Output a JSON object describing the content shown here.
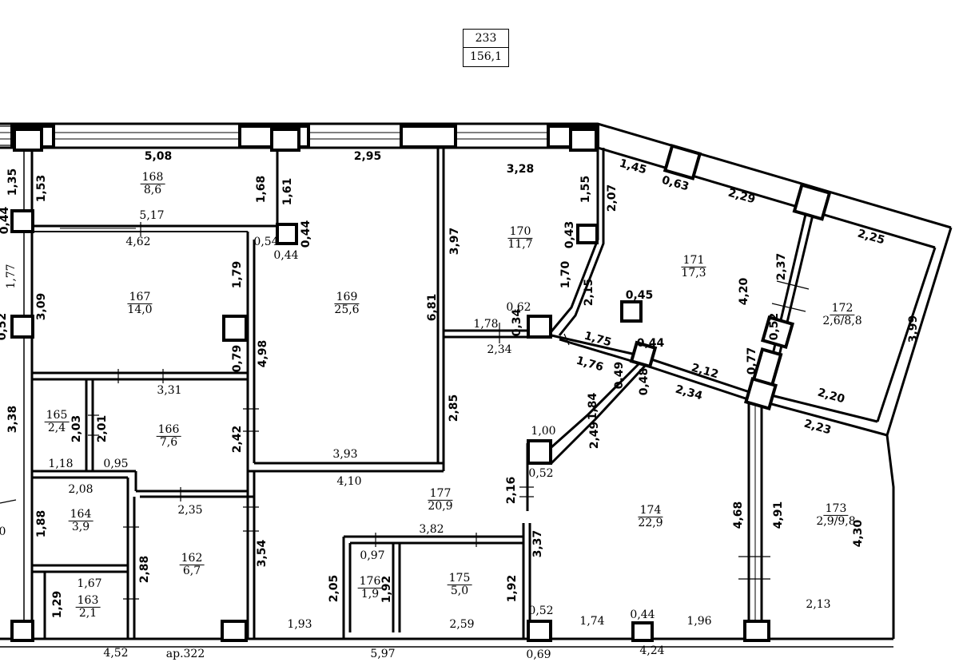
{
  "stamp": {
    "top": "233",
    "bottom": "156,1"
  },
  "rooms": [
    {
      "id": "r168",
      "num": "168",
      "area": "8,6"
    },
    {
      "id": "r167",
      "num": "167",
      "area": "14,0"
    },
    {
      "id": "r169",
      "num": "169",
      "area": "25,6"
    },
    {
      "id": "r170",
      "num": "170",
      "area": "11,7"
    },
    {
      "id": "r171",
      "num": "171",
      "area": "17,3"
    },
    {
      "id": "r172",
      "num": "172",
      "area": "2,6/8,8"
    },
    {
      "id": "r165",
      "num": "165",
      "area": "2,4"
    },
    {
      "id": "r166",
      "num": "166",
      "area": "7,6"
    },
    {
      "id": "r177",
      "num": "177",
      "area": "20,9"
    },
    {
      "id": "r174",
      "num": "174",
      "area": "22,9"
    },
    {
      "id": "r173",
      "num": "173",
      "area": "2,9/9,8"
    },
    {
      "id": "r164",
      "num": "164",
      "area": "3,9"
    },
    {
      "id": "r162",
      "num": "162",
      "area": "6,7"
    },
    {
      "id": "r163",
      "num": "163",
      "area": "2,1"
    },
    {
      "id": "r176",
      "num": "176",
      "area": "1,9"
    },
    {
      "id": "r175",
      "num": "175",
      "area": "5,0"
    }
  ],
  "dims": {
    "d508": "5,08",
    "d295": "2,95",
    "d328": "3,28",
    "d145": "1,45",
    "d063": "0,63",
    "d229": "2,29",
    "d225": "2,25",
    "d135": "1,35",
    "d153": "1,53",
    "d168": "1,68",
    "d161": "1,61",
    "d155": "1,55",
    "d207": "2,07",
    "d517": "5,17",
    "d462": "4,62",
    "d054": "0,54",
    "d044a": "0,44",
    "d044b": "0,44",
    "d044l": "0,44",
    "d397": "3,97",
    "d043": "0,43",
    "d237": "2,37",
    "d177": "1,77",
    "d309": "3,09",
    "d179": "1,79",
    "d681": "6,81",
    "d170": "1,70",
    "d215": "2,15",
    "d045": "0,45",
    "d420": "4,20",
    "d052l": "0,52",
    "d062": "0,62",
    "d034": "0,34",
    "d178": "1,78",
    "d234a": "2,34",
    "d175": "1,75",
    "d176": "1,76",
    "d044c": "0,44",
    "d052": "0,52",
    "d399": "3,99",
    "d079": "0,79",
    "d498": "4,98",
    "d212": "2,12",
    "d077": "0,77",
    "d234b": "2,34",
    "d049": "0,49",
    "d048": "0,48",
    "d220": "2,20",
    "d331": "3,31",
    "d338": "3,38",
    "d203": "2,03",
    "d201": "2,01",
    "d242": "2,42",
    "d285": "2,85",
    "d184": "1,84",
    "d223": "2,23",
    "d249": "2,49",
    "d100": "1,00",
    "d118": "1,18",
    "d095": "0,95",
    "d393": "3,93",
    "d410": "4,10",
    "d208": "2,08",
    "d235": "2,35",
    "d052b": "0,52",
    "d216": "2,16",
    "d188": "1,88",
    "d468": "4,68",
    "d491": "4,91",
    "d430": "4,30",
    "d382": "3,82",
    "d097": "0,97",
    "d337": "3,37",
    "d354": "3,54",
    "d288": "2,88",
    "d205": "2,05",
    "d192a": "1,92",
    "d192b": "1,92",
    "d167": "1,67",
    "d129": "1,29",
    "d213": "2,13",
    "d052c": "0,52",
    "d174": "1,74",
    "d044d": "0,44",
    "d196": "1,96",
    "d193": "1,93",
    "d259": "2,59",
    "d452": "4,52",
    "dar": "ар.322",
    "d597": "5,97",
    "d069": "0,69",
    "d424": "4,24",
    "d0": "0"
  }
}
